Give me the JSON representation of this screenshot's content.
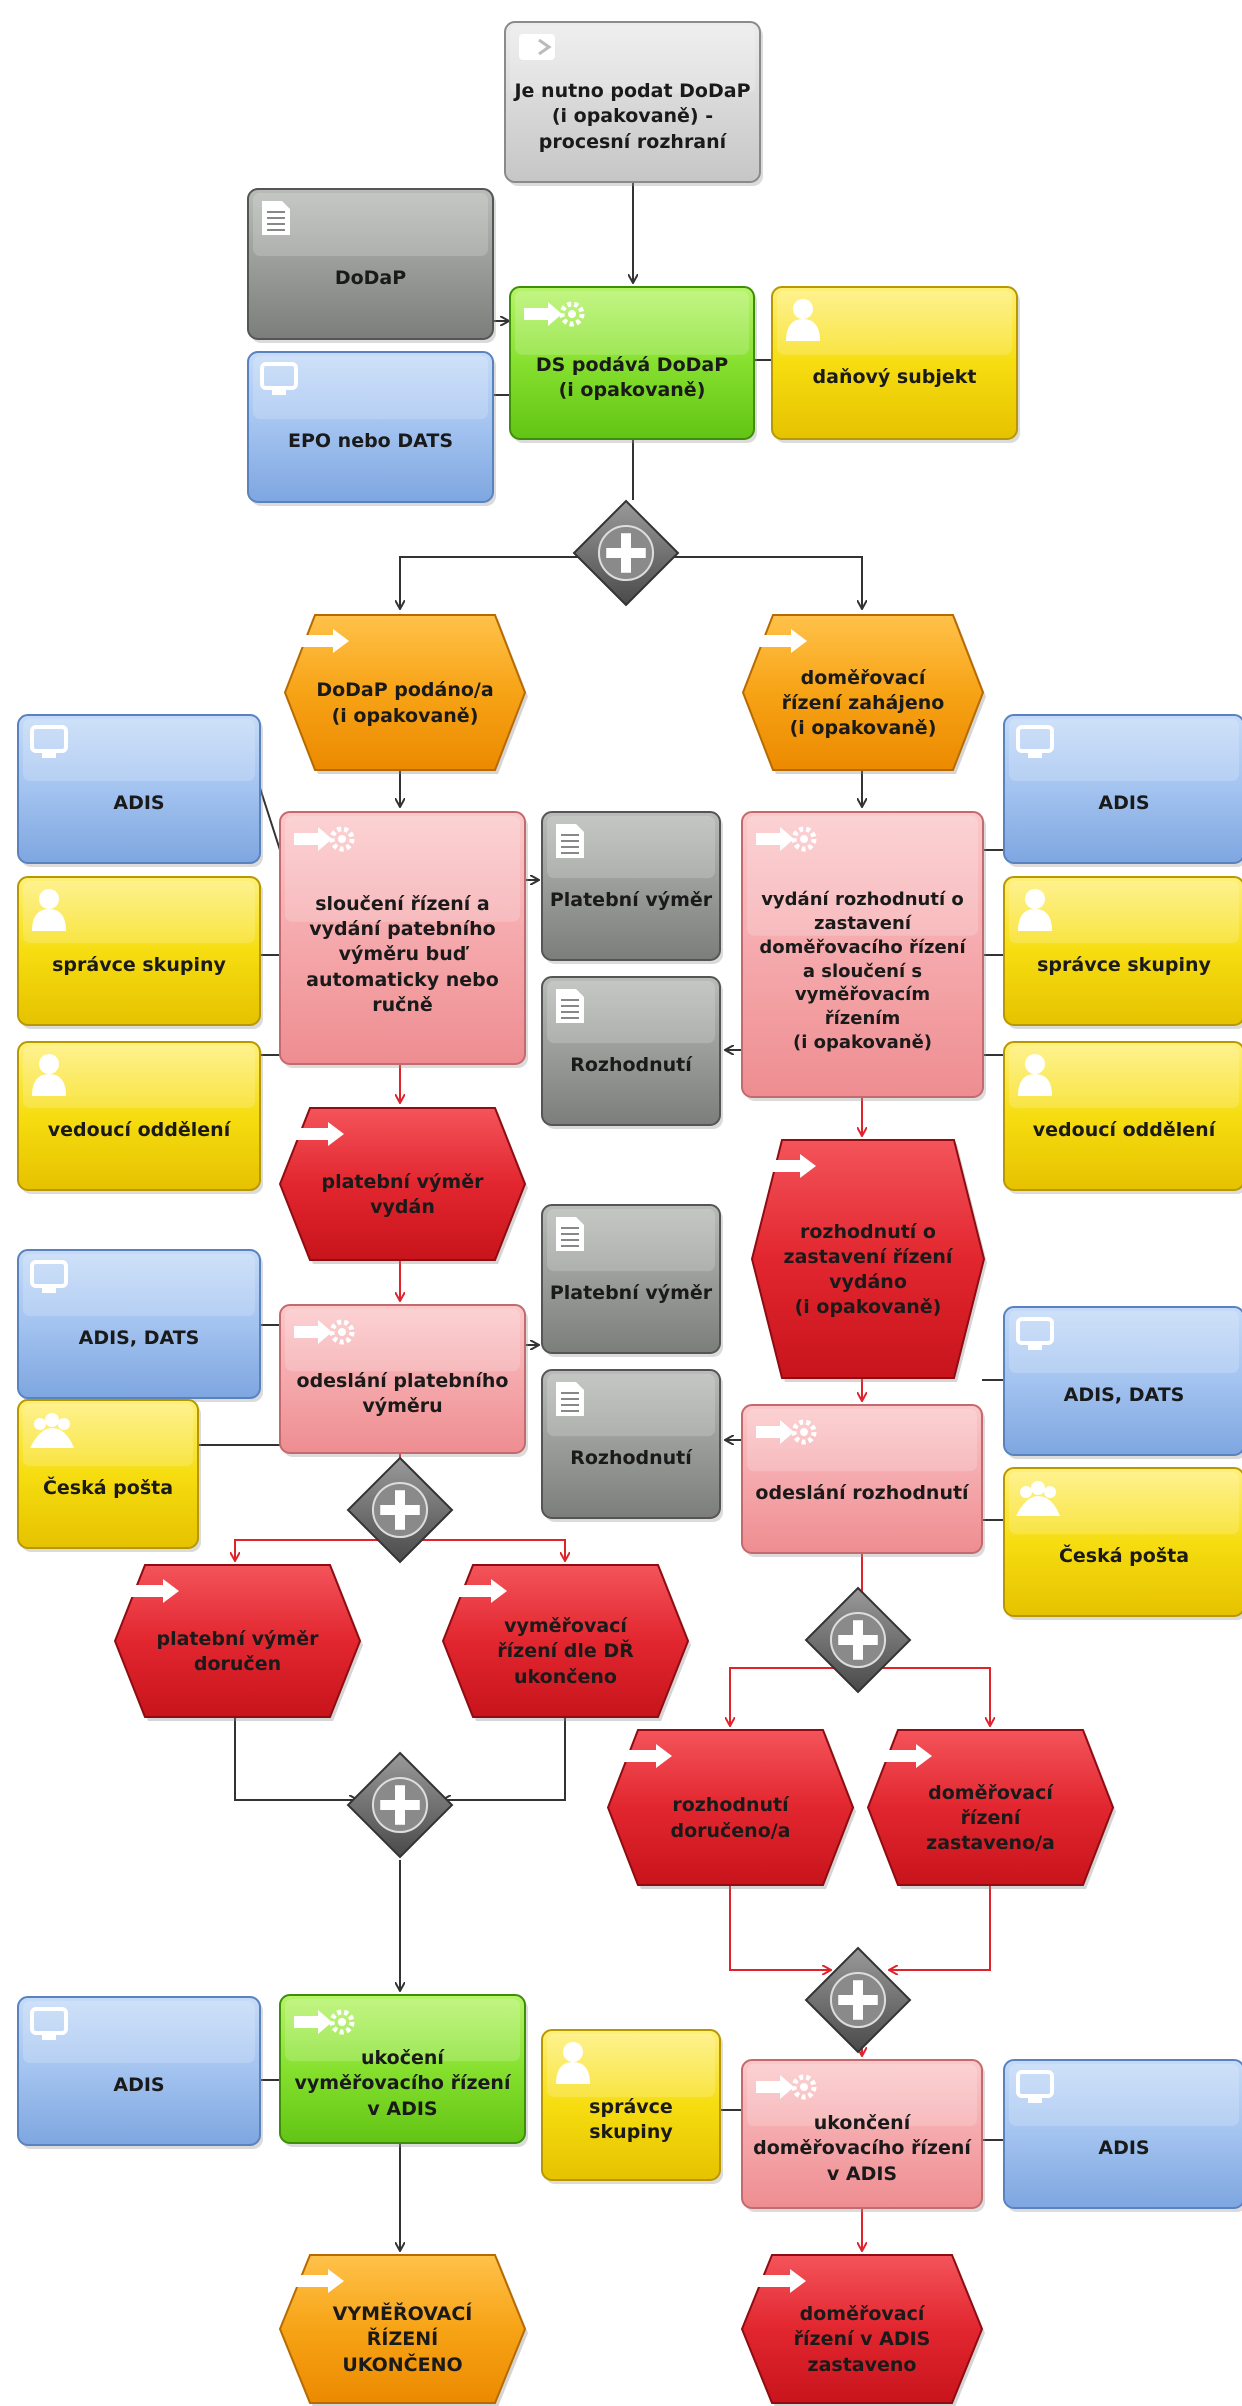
{
  "nodes": [
    {
      "id": "n1",
      "kind": "interface",
      "text": "Je nutno podat DoDaP\n(i opakovaně) -\nprocesní rozhraní",
      "icon": "process-interface-icon"
    },
    {
      "id": "n2",
      "kind": "document",
      "text": "DoDaP",
      "icon": "document-icon"
    },
    {
      "id": "n3",
      "kind": "function-green",
      "text": "DS podává DoDaP\n(i opakovaně)",
      "icon": "function-gear-icon"
    },
    {
      "id": "n4",
      "kind": "person",
      "text": "daňový subjekt",
      "icon": "person-icon"
    },
    {
      "id": "n5",
      "kind": "system",
      "text": "EPO nebo DATS",
      "icon": "computer-icon"
    },
    {
      "id": "n6",
      "kind": "event-orange",
      "text": "DoDaP podáno/a\n(i opakovaně)",
      "icon": "event-arrow-icon"
    },
    {
      "id": "n7",
      "kind": "event-orange",
      "text": "doměřovací\nřízení zahájeno\n(i opakovaně)",
      "icon": "event-arrow-icon"
    },
    {
      "id": "n8",
      "kind": "system",
      "text": "ADIS",
      "icon": "computer-icon"
    },
    {
      "id": "n9",
      "kind": "function-pink",
      "text": "sloučení řízení a\nvydání patebního\nvýměru buď\nautomaticky nebo\nručně",
      "icon": "function-gear-icon"
    },
    {
      "id": "n10",
      "kind": "document",
      "text": "Platební výměr",
      "icon": "document-icon"
    },
    {
      "id": "n11",
      "kind": "function-pink",
      "text": "vydání rozhodnutí  o\nzastavení\ndoměřovacího řízení\na sloučení s\nvyměřovacím\nřízením\n(i opakovaně)",
      "icon": "function-gear-icon"
    },
    {
      "id": "n12",
      "kind": "system",
      "text": "ADIS",
      "icon": "computer-icon"
    },
    {
      "id": "n13",
      "kind": "person",
      "text": "správce skupiny",
      "icon": "person-icon"
    },
    {
      "id": "n14",
      "kind": "person",
      "text": "správce skupiny",
      "icon": "person-icon"
    },
    {
      "id": "n15",
      "kind": "document",
      "text": "Rozhodnutí",
      "icon": "document-icon"
    },
    {
      "id": "n16",
      "kind": "person",
      "text": "vedoucí oddělení",
      "icon": "person-icon"
    },
    {
      "id": "n17",
      "kind": "person",
      "text": "vedoucí oddělení",
      "icon": "person-icon"
    },
    {
      "id": "n18",
      "kind": "event-red",
      "text": "platební výměr\nvydán",
      "icon": "event-arrow-icon"
    },
    {
      "id": "n19",
      "kind": "event-red",
      "text": "rozhodnutí o\nzastavení řízení\nvydáno\n(i opakovaně)",
      "icon": "event-arrow-icon"
    },
    {
      "id": "n20",
      "kind": "system",
      "text": "ADIS, DATS",
      "icon": "computer-icon"
    },
    {
      "id": "n21",
      "kind": "function-pink",
      "text": "odeslání platebního\nvýměru",
      "icon": "function-gear-icon"
    },
    {
      "id": "n22",
      "kind": "document",
      "text": "Platební výměr",
      "icon": "document-icon"
    },
    {
      "id": "n23",
      "kind": "system",
      "text": "ADIS, DATS",
      "icon": "computer-icon"
    },
    {
      "id": "n24",
      "kind": "group",
      "text": "Česká pošta",
      "icon": "group-icon"
    },
    {
      "id": "n25",
      "kind": "document",
      "text": "Rozhodnutí",
      "icon": "document-icon"
    },
    {
      "id": "n26",
      "kind": "function-pink",
      "text": "odeslání rozhodnutí",
      "icon": "function-gear-icon"
    },
    {
      "id": "n27",
      "kind": "group",
      "text": "Česká pošta",
      "icon": "group-icon"
    },
    {
      "id": "n28",
      "kind": "event-red",
      "text": "platební výměr\ndoručen",
      "icon": "event-arrow-icon"
    },
    {
      "id": "n29",
      "kind": "event-red",
      "text": "vyměřovací\nřízení dle DŘ\nukončeno",
      "icon": "event-arrow-icon"
    },
    {
      "id": "n30",
      "kind": "event-red",
      "text": "rozhodnutí\ndoručeno/a",
      "icon": "event-arrow-icon"
    },
    {
      "id": "n31",
      "kind": "event-red",
      "text": "doměřovací\nřízení\nzastaveno/a",
      "icon": "event-arrow-icon"
    },
    {
      "id": "n32",
      "kind": "system",
      "text": "ADIS",
      "icon": "computer-icon"
    },
    {
      "id": "n33",
      "kind": "function-green",
      "text": "ukočení\nvyměřovacího řízení\nv ADIS",
      "icon": "function-gear-icon"
    },
    {
      "id": "n34",
      "kind": "person",
      "text": "správce\nskupiny",
      "icon": "person-icon"
    },
    {
      "id": "n35",
      "kind": "function-pink",
      "text": "ukončení\ndoměřovacího řízení\nv ADIS",
      "icon": "function-gear-icon"
    },
    {
      "id": "n36",
      "kind": "system",
      "text": "ADIS",
      "icon": "computer-icon"
    },
    {
      "id": "n37",
      "kind": "event-orange",
      "text": "VYMĚŘOVACÍ\nŘÍZENÍ\nUKONČENO",
      "icon": "event-arrow-icon"
    },
    {
      "id": "n38",
      "kind": "event-red",
      "text": "doměřovací\nřízení v ADIS\nzastaveno",
      "icon": "event-arrow-icon"
    }
  ],
  "gateways": [
    {
      "id": "g1",
      "type": "AND"
    },
    {
      "id": "g2",
      "type": "AND"
    },
    {
      "id": "g3",
      "type": "AND"
    },
    {
      "id": "g4",
      "type": "AND"
    },
    {
      "id": "g5",
      "type": "AND"
    }
  ],
  "colors": {
    "system_blue": "#8db3e8",
    "person_yellow": "#f3d400",
    "document_gray": "#8c8f8b",
    "interface_gray": "#d4d4d4",
    "function_green": "#7cdc2a",
    "function_pink": "#f4a0a4",
    "event_orange": "#f39a0a",
    "event_red": "#e0222b",
    "gateway_gray": "#6b6b6b",
    "flow_dark": "#333333",
    "flow_red": "#e0222b"
  }
}
